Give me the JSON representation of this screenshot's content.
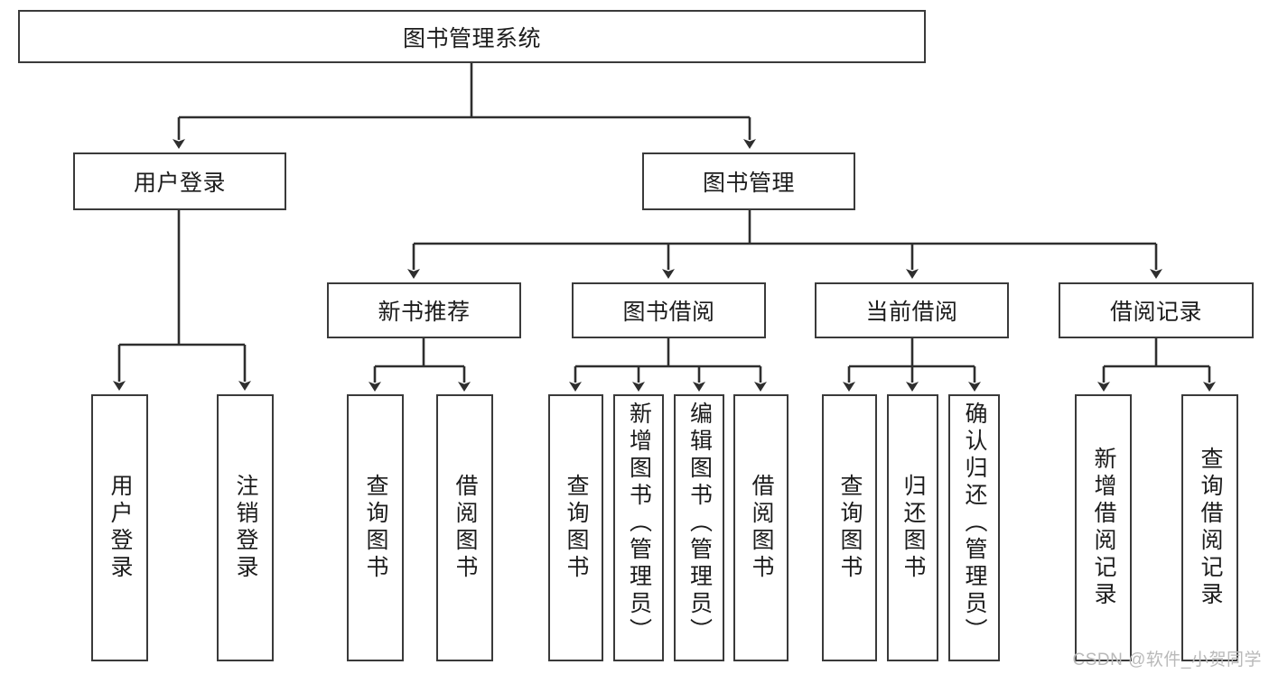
{
  "diagram": {
    "type": "tree",
    "title": "图书管理系统",
    "root": {
      "label": "图书管理系统",
      "level": 1
    },
    "level2": [
      {
        "label": "用户登录"
      },
      {
        "label": "图书管理"
      }
    ],
    "level3": [
      {
        "label": "新书推荐"
      },
      {
        "label": "图书借阅"
      },
      {
        "label": "当前借阅"
      },
      {
        "label": "借阅记录"
      }
    ],
    "leaves": {
      "user_login": [
        {
          "label": "用户登录"
        },
        {
          "label": "注销登录"
        }
      ],
      "new_book_recommend": [
        {
          "label": "查询图书"
        },
        {
          "label": "借阅图书"
        }
      ],
      "book_borrow": [
        {
          "label": "查询图书"
        },
        {
          "label": "新增图书（管理员）"
        },
        {
          "label": "编辑图书（管理员）"
        },
        {
          "label": "借阅图书"
        }
      ],
      "current_borrow": [
        {
          "label": "查询图书"
        },
        {
          "label": "归还图书"
        },
        {
          "label": "确认归还（管理员）"
        }
      ],
      "borrow_record": [
        {
          "label": "新增借阅记录"
        },
        {
          "label": "查询借阅记录"
        }
      ]
    }
  },
  "watermark": {
    "text": "CSDN @软件_小贺同学"
  },
  "colors": {
    "border": "#3a3a3a",
    "text": "#1c1c1c",
    "background": "#ffffff",
    "watermark": "#b9b9b9"
  }
}
